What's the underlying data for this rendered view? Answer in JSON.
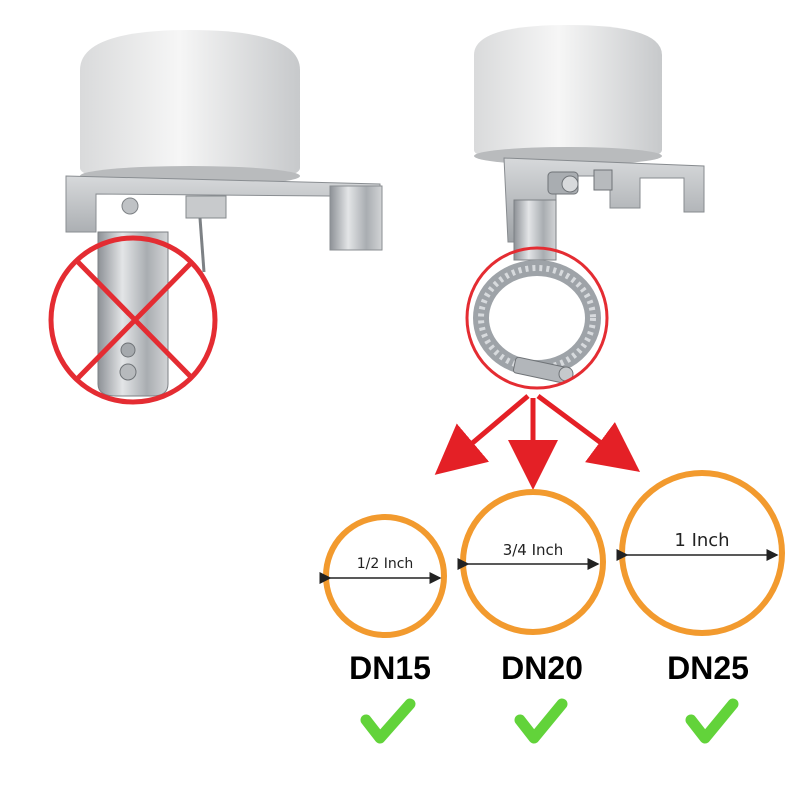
{
  "colors": {
    "cross": "#e42c32",
    "ring_orange": "#f29a2e",
    "check_green": "#62d33a",
    "arrow_red": "#e42026"
  },
  "icons": {
    "not_compatible": "red-cross-circle-icon",
    "compatible": "green-check-icon"
  },
  "sizes": [
    {
      "label": "1/2 Inch",
      "dn": "DN15"
    },
    {
      "label": "3/4 Inch",
      "dn": "DN20"
    },
    {
      "label": "1 Inch",
      "dn": "DN25"
    }
  ]
}
